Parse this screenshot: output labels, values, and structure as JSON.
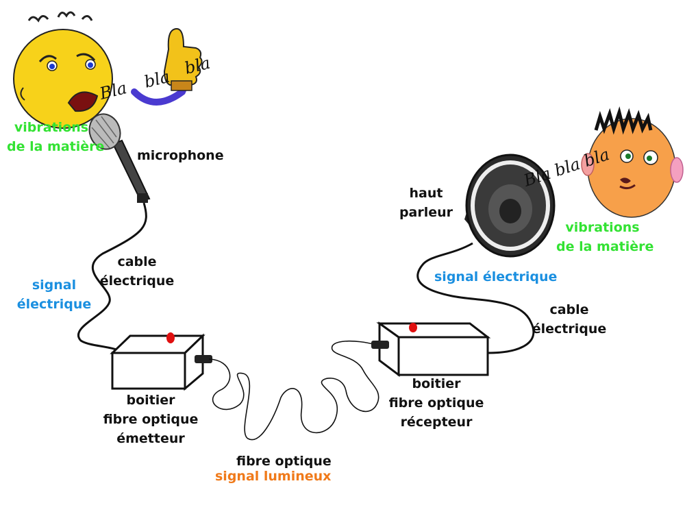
{
  "speaker_left": {
    "speech_1": "Bla",
    "speech_2": "bla",
    "speech_3": "bla"
  },
  "speaker_right": {
    "speech": "Bla bla bla"
  },
  "labels": {
    "vibrations_left_1": "vibrations",
    "vibrations_left_2": "de la matière",
    "microphone": "microphone",
    "cable_left_1": "cable",
    "cable_left_2": "électrique",
    "signal_left_1": "signal",
    "signal_left_2": "électrique",
    "emitter_1": "boitier",
    "emitter_2": "fibre optique",
    "emitter_3": "émetteur",
    "fiber": "fibre optique",
    "light_signal": "signal lumineux",
    "receiver_1": "boitier",
    "receiver_2": "fibre optique",
    "receiver_3": "récepteur",
    "cable_right_1": "cable",
    "cable_right_2": "électrique",
    "signal_right": "signal électrique",
    "speaker_1": "haut",
    "speaker_2": "parleur",
    "vibrations_right_1": "vibrations",
    "vibrations_right_2": "de la matière"
  },
  "colors": {
    "matter_label": "#33e233",
    "electric_signal": "#1a8fe0",
    "light_signal": "#f07a1a",
    "led": "#e01010",
    "face_left": "#f7d21a",
    "face_right": "#f7a04a",
    "arm": "#4a3ad0"
  }
}
